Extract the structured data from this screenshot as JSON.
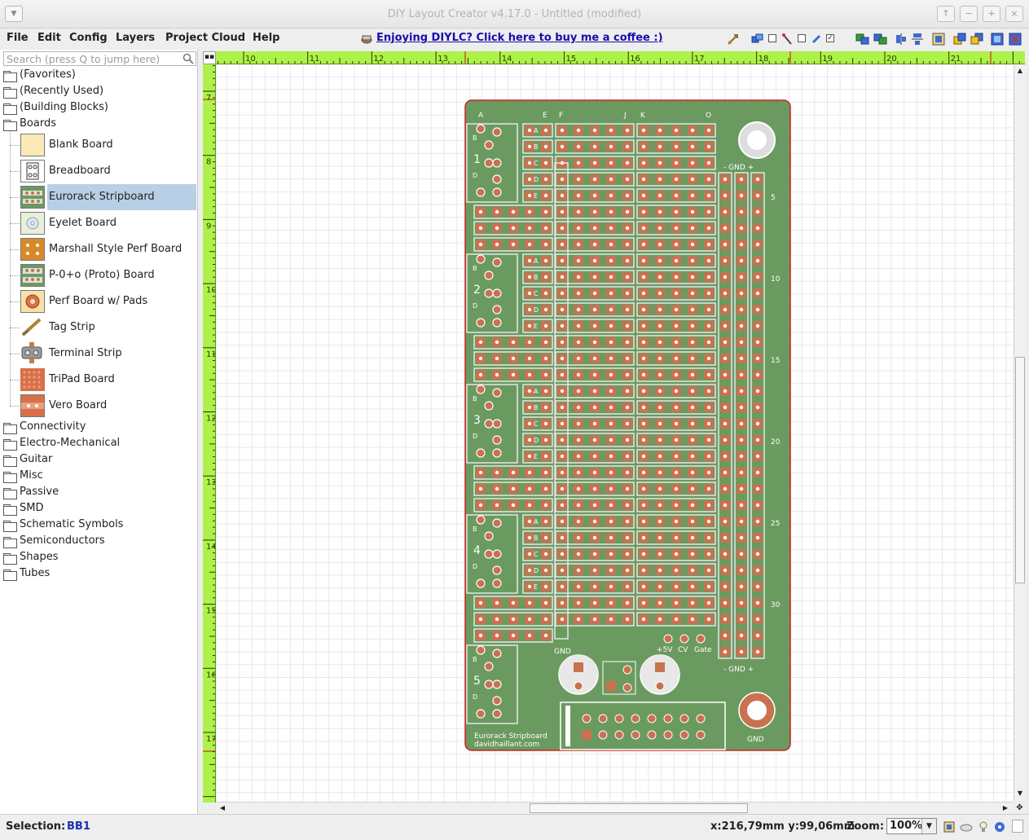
{
  "window": {
    "title": "DIY Layout Creator v4.17.0 - Untitled  (modified)",
    "buttons": [
      "↑",
      "−",
      "+",
      "×"
    ]
  },
  "menu": {
    "items": [
      "File",
      "Edit",
      "Config",
      "Layers",
      "Project Cloud",
      "Help"
    ],
    "promo": "Enjoying DIYLC? Click here to buy me a coffee :)"
  },
  "toolbar_icons": [
    "pointer-icon",
    "shapes-icon",
    "checkbox-icon",
    "wire-icon",
    "checkbox-icon",
    "tag-icon",
    "checkbox-icon",
    "group-icon",
    "ungroup-icon",
    "align-icon",
    "distribute-icon",
    "fit-icon",
    "send-back-icon",
    "bring-front-icon",
    "view-icon",
    "settings-icon"
  ],
  "sidebar": {
    "search_placeholder": "Search (press Q to jump here)",
    "top_folders": [
      "(Favorites)",
      "(Recently Used)",
      "(Building Blocks)",
      "Boards"
    ],
    "boards": [
      {
        "label": "Blank Board",
        "selected": false
      },
      {
        "label": "Breadboard",
        "selected": false
      },
      {
        "label": "Eurorack Stripboard",
        "selected": true
      },
      {
        "label": "Eyelet Board",
        "selected": false
      },
      {
        "label": "Marshall Style Perf Board",
        "selected": false
      },
      {
        "label": "P-0+o (Proto) Board",
        "selected": false
      },
      {
        "label": "Perf Board w/ Pads",
        "selected": false
      },
      {
        "label": "Tag Strip",
        "selected": false
      },
      {
        "label": "Terminal Strip",
        "selected": false
      },
      {
        "label": "TriPad Board",
        "selected": false
      },
      {
        "label": "Vero Board",
        "selected": false
      }
    ],
    "bottom_folders": [
      "Connectivity",
      "Electro-Mechanical",
      "Guitar",
      "Misc",
      "Passive",
      "SMD",
      "Schematic Symbols",
      "Semiconductors",
      "Shapes",
      "Tubes"
    ]
  },
  "ruler": {
    "h_labels": [
      "10",
      "11",
      "12",
      "13",
      "14",
      "15",
      "16",
      "17",
      "18",
      "19",
      "20",
      "21"
    ],
    "v_labels": [
      "7",
      "8",
      "9",
      "10",
      "11",
      "12",
      "13",
      "14",
      "15",
      "16",
      "17"
    ]
  },
  "board": {
    "columns": {
      "a": "A",
      "e": "E",
      "f": "F",
      "j": "J",
      "k": "K",
      "o": "O"
    },
    "rows_abcde": [
      "A",
      "B",
      "C",
      "D",
      "E"
    ],
    "jack_labels": {
      "b": "B",
      "d": "D"
    },
    "jack_numbers": [
      "1",
      "2",
      "3",
      "4",
      "5"
    ],
    "gnd_top": "-  GND  +",
    "gnd_bottom": "-  GND  +",
    "row_numbers": [
      "5",
      "10",
      "15",
      "20",
      "25",
      "30"
    ],
    "power_labels": {
      "gnd": "GND",
      "v5": "+5V",
      "cv": "CV",
      "gate": "Gate"
    },
    "footer_name": "Eurorack Stripboard",
    "footer_url": "davidhaillant.com",
    "gnd_hole_label": "GND",
    "colors": {
      "board": "#6a9a5f",
      "pad": "#c8724f",
      "strip": "#e6e6e6",
      "outline": "#cc2222"
    }
  },
  "status": {
    "selection_label": "Selection:",
    "selection_value": "BB1",
    "coords": "x:216,79mm y:99,06mm",
    "zoom_label": "Zoom:",
    "zoom_value": "100%"
  }
}
